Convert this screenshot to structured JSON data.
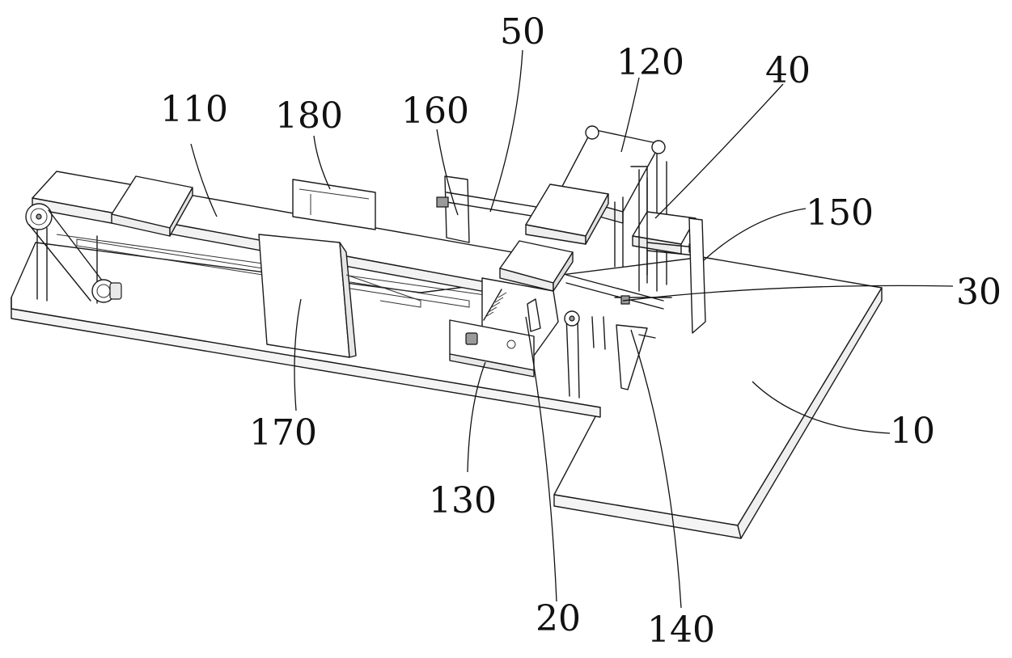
{
  "figure": {
    "labels": {
      "l10": "10",
      "l20": "20",
      "l30": "30",
      "l40": "40",
      "l50": "50",
      "l110": "110",
      "l120": "120",
      "l130": "130",
      "l140": "140",
      "l150": "150",
      "l160": "160",
      "l170": "170",
      "l180": "180"
    }
  }
}
